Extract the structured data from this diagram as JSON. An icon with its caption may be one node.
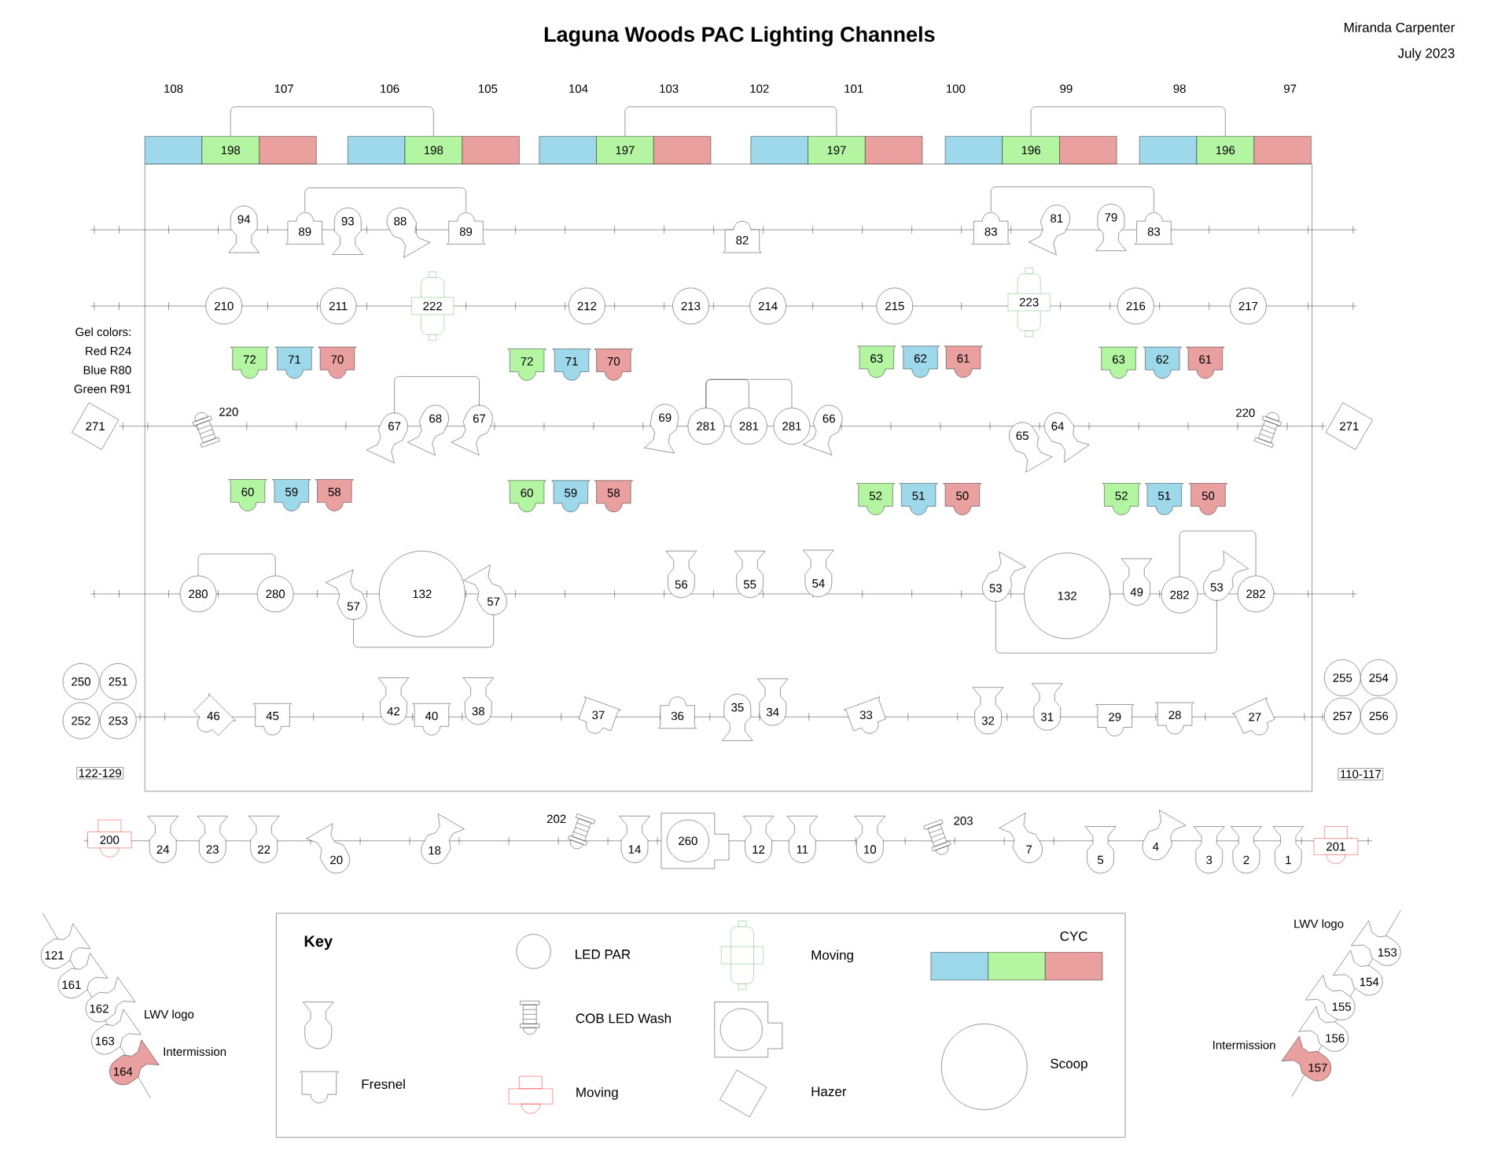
{
  "diagram": {
    "title": "Laguna Woods PAC Lighting Channels",
    "nodes": [
      {
        "text": [
          "198"
        ]
      },
      {
        "text": [
          "198"
        ]
      },
      {
        "text": [
          "197"
        ]
      },
      {
        "text": [
          "197"
        ]
      },
      {
        "text": [
          "196"
        ]
      },
      {
        "text": [
          "196"
        ]
      },
      {
        "text": [
          "94"
        ]
      },
      {
        "text": [
          "89"
        ]
      },
      {
        "text": [
          "93"
        ]
      },
      {
        "text": [
          "88"
        ]
      },
      {
        "text": [
          "89"
        ]
      },
      {
        "text": [
          "82"
        ]
      },
      {
        "text": [
          "83"
        ]
      },
      {
        "text": [
          "81"
        ]
      },
      {
        "text": [
          "79"
        ]
      },
      {
        "text": [
          "83"
        ]
      },
      {
        "text": [
          "210"
        ]
      },
      {
        "text": [
          "211"
        ]
      },
      {
        "text": [
          "222"
        ]
      },
      {
        "text": [
          "212"
        ]
      },
      {
        "text": [
          "213"
        ]
      },
      {
        "text": [
          "214"
        ]
      },
      {
        "text": [
          "215"
        ]
      },
      {
        "text": [
          "223"
        ]
      },
      {
        "text": [
          "216"
        ]
      },
      {
        "text": [
          "217"
        ]
      },
      {
        "text": [
          "72"
        ]
      },
      {
        "text": [
          "71"
        ]
      },
      {
        "text": [
          "70"
        ]
      },
      {
        "text": [
          "72"
        ]
      },
      {
        "text": [
          "71"
        ]
      },
      {
        "text": [
          "70"
        ]
      },
      {
        "text": [
          "63"
        ]
      },
      {
        "text": [
          "62"
        ]
      },
      {
        "text": [
          "61"
        ]
      },
      {
        "text": [
          "63"
        ]
      },
      {
        "text": [
          "62"
        ]
      },
      {
        "text": [
          "61"
        ]
      },
      {
        "text": [
          "271"
        ]
      },
      {
        "text": [
          "220"
        ]
      },
      {
        "text": [
          "67"
        ]
      },
      {
        "text": [
          "68"
        ]
      },
      {
        "text": [
          "67"
        ]
      },
      {
        "text": [
          "69"
        ]
      },
      {
        "text": [
          "281"
        ]
      },
      {
        "text": [
          "281"
        ]
      },
      {
        "text": [
          "281"
        ]
      },
      {
        "text": [
          "66"
        ]
      },
      {
        "text": [
          "65"
        ]
      },
      {
        "text": [
          "64"
        ]
      },
      {
        "text": [
          "220"
        ]
      },
      {
        "text": [
          "271"
        ]
      },
      {
        "text": [
          "60"
        ]
      },
      {
        "text": [
          "59"
        ]
      },
      {
        "text": [
          "58"
        ]
      },
      {
        "text": [
          "60"
        ]
      },
      {
        "text": [
          "59"
        ]
      },
      {
        "text": [
          "58"
        ]
      },
      {
        "text": [
          "52"
        ]
      },
      {
        "text": [
          "51"
        ]
      },
      {
        "text": [
          "50"
        ]
      },
      {
        "text": [
          "52"
        ]
      },
      {
        "text": [
          "51"
        ]
      },
      {
        "text": [
          "50"
        ]
      },
      {
        "text": [
          "280"
        ]
      },
      {
        "text": [
          "280"
        ]
      },
      {
        "text": [
          "57"
        ]
      },
      {
        "text": [
          "132"
        ]
      },
      {
        "text": [
          "57"
        ]
      },
      {
        "text": [
          "56"
        ]
      },
      {
        "text": [
          "55"
        ]
      },
      {
        "text": [
          "54"
        ]
      },
      {
        "text": [
          "53"
        ]
      },
      {
        "text": [
          "132"
        ]
      },
      {
        "text": [
          "49"
        ]
      },
      {
        "text": [
          "282"
        ]
      },
      {
        "text": [
          "53"
        ]
      },
      {
        "text": [
          "282"
        ]
      },
      {
        "text": [
          "250"
        ]
      },
      {
        "text": [
          "251"
        ]
      },
      {
        "text": [
          "252"
        ]
      },
      {
        "text": [
          "253"
        ]
      },
      {
        "text": [
          "122-129"
        ]
      },
      {
        "text": [
          "46"
        ]
      },
      {
        "text": [
          "45"
        ]
      },
      {
        "text": [
          "42"
        ]
      },
      {
        "text": [
          "40"
        ]
      },
      {
        "text": [
          "38"
        ]
      },
      {
        "text": [
          "37"
        ]
      },
      {
        "text": [
          "36"
        ]
      },
      {
        "text": [
          "35"
        ]
      },
      {
        "text": [
          "34"
        ]
      },
      {
        "text": [
          "33"
        ]
      },
      {
        "text": [
          "32"
        ]
      },
      {
        "text": [
          "31"
        ]
      },
      {
        "text": [
          "29"
        ]
      },
      {
        "text": [
          "28"
        ]
      },
      {
        "text": [
          "27"
        ]
      },
      {
        "text": [
          "255"
        ]
      },
      {
        "text": [
          "254"
        ]
      },
      {
        "text": [
          "257"
        ]
      },
      {
        "text": [
          "256"
        ]
      },
      {
        "text": [
          "110-117"
        ]
      },
      {
        "text": [
          "200"
        ]
      },
      {
        "text": [
          "24"
        ]
      },
      {
        "text": [
          "23"
        ]
      },
      {
        "text": [
          "22"
        ]
      },
      {
        "text": [
          "20"
        ]
      },
      {
        "text": [
          "18"
        ]
      },
      {
        "text": [
          "202"
        ]
      },
      {
        "text": [
          "14"
        ]
      },
      {
        "text": [
          "260"
        ]
      },
      {
        "text": [
          "12"
        ]
      },
      {
        "text": [
          "11"
        ]
      },
      {
        "text": [
          "10"
        ]
      },
      {
        "text": [
          "203"
        ]
      },
      {
        "text": [
          "7"
        ]
      },
      {
        "text": [
          "5"
        ]
      },
      {
        "text": [
          "4"
        ]
      },
      {
        "text": [
          "3"
        ]
      },
      {
        "text": [
          "2"
        ]
      },
      {
        "text": [
          "1"
        ]
      },
      {
        "text": [
          "201"
        ]
      },
      {
        "text": [
          "121"
        ]
      },
      {
        "text": [
          "161"
        ]
      },
      {
        "text": [
          "162"
        ],
        "beside": [
          "LWV logo"
        ]
      },
      {
        "text": [
          "163"
        ]
      },
      {
        "text": [
          "164"
        ],
        "beside": [
          "Intermission"
        ]
      },
      {
        "text": [
          "153"
        ],
        "beside": [
          "LWV logo"
        ]
      },
      {
        "text": [
          "154"
        ]
      },
      {
        "text": [
          "155"
        ]
      },
      {
        "text": [
          "156"
        ]
      },
      {
        "text": [
          "157"
        ],
        "beside": [
          "Intermission"
        ]
      }
    ],
    "edges": [
      {
        "from": 0,
        "to": 1,
        "arrow": "none"
      },
      {
        "from": 2,
        "to": 3,
        "arrow": "none"
      },
      {
        "from": 4,
        "to": 5,
        "arrow": "none"
      },
      {
        "from": 7,
        "to": 10,
        "arrow": "none"
      },
      {
        "from": 12,
        "to": 15,
        "arrow": "none"
      },
      {
        "from": 40,
        "to": 42,
        "arrow": "none"
      },
      {
        "from": 44,
        "to": 45,
        "arrow": "none"
      },
      {
        "from": 44,
        "to": 46,
        "arrow": "none"
      },
      {
        "from": 64,
        "to": 65,
        "arrow": "none"
      },
      {
        "from": 66,
        "to": 68,
        "arrow": "none"
      },
      {
        "from": 75,
        "to": 77,
        "arrow": "none"
      },
      {
        "from": 72,
        "to": 76,
        "arrow": "none"
      }
    ],
    "labels": [
      "Miranda Carpenter",
      "July 2023",
      "108",
      "107",
      "106",
      "105",
      "104",
      "103",
      "102",
      "101",
      "100",
      "99",
      "98",
      "97",
      "Gel colors:",
      "Red R24",
      "Blue R80",
      "Green R91",
      "Key"
    ],
    "legend": [
      {
        "text": "Fresnel"
      },
      {
        "text": "LED PAR"
      },
      {
        "text": "COB LED Wash"
      },
      {
        "text": "Moving"
      },
      {
        "text": "Moving"
      },
      {
        "text": "Hazer"
      },
      {
        "text": "CYC"
      },
      {
        "text": "Scoop"
      }
    ]
  }
}
